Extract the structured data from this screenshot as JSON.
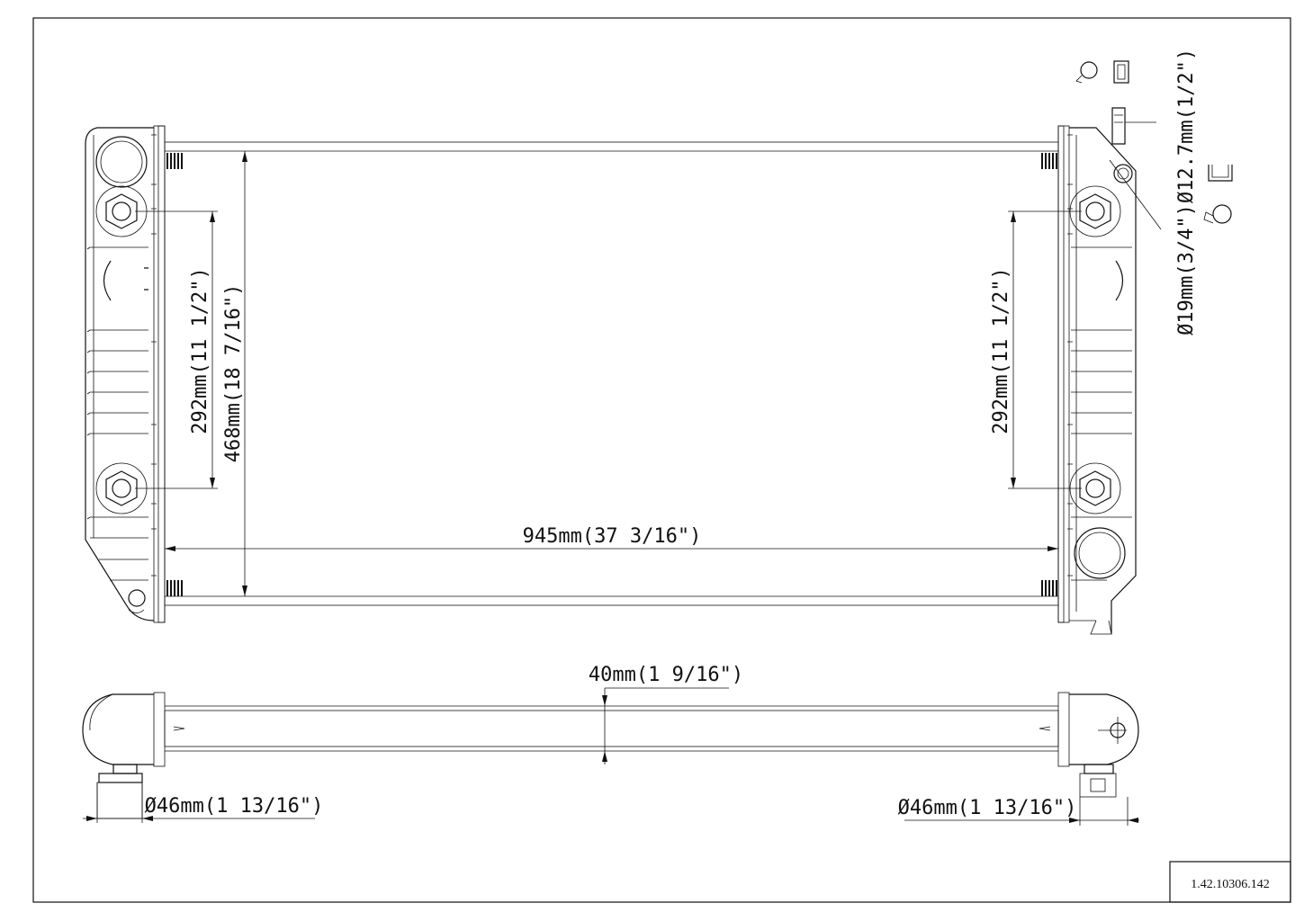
{
  "drawing": {
    "part_number": "1.42.10306.142",
    "dimensions": {
      "core_width": "945mm(37 3/16\")",
      "core_height": "468mm(18 7/16\")",
      "bolt_spacing_left": "292mm(11 1/2\")",
      "bolt_spacing_right": "292mm(11 1/2\")",
      "core_thickness": "40mm(1 9/16\")",
      "inlet_diameter": "Ø46mm(1 13/16\")",
      "outlet_diameter": "Ø46mm(1 13/16\")",
      "trans_cooler_fitting": "Ø19mm(3/4\")",
      "overflow_fitting": "Ø12.7mm(1/2\")"
    }
  }
}
